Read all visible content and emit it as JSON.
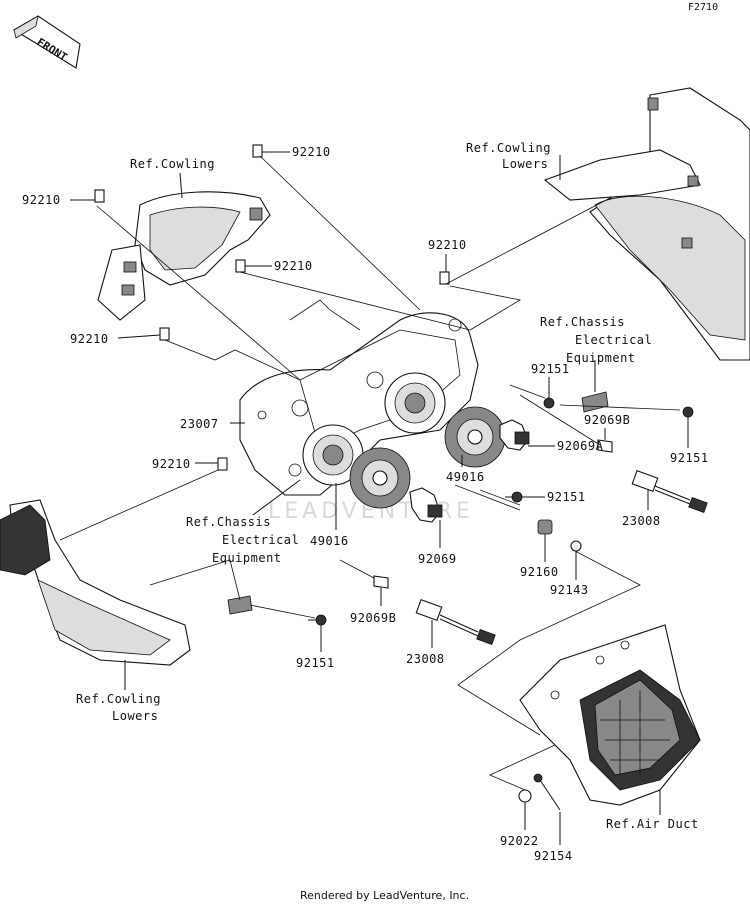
{
  "figure_code": "F2710",
  "front_label": "FRONT",
  "watermark": "LEADVENTURE",
  "footer": "Rendered by LeadVenture, Inc.",
  "labels": {
    "p92210_a": "92210",
    "ref_cowling": "Ref.Cowling",
    "p92210_b": "92210",
    "p92210_c": "92210",
    "p92210_d": "92210",
    "p92210_e": "92210",
    "p92210_f": "92210",
    "ref_cowling_lowers_top_1": "Ref.Cowling",
    "ref_cowling_lowers_top_2": "Lowers",
    "ref_chassis_top_1": "Ref.Chassis",
    "ref_chassis_top_2": "Electrical",
    "ref_chassis_top_3": "Equipment",
    "p92151_a": "92151",
    "p23007": "23007",
    "p92069b_a": "92069B",
    "p92151_b": "92151",
    "p92069a": "92069A",
    "p49016_a": "49016",
    "p92151_c": "92151",
    "p23008_a": "23008",
    "ref_chassis_bot_1": "Ref.Chassis",
    "ref_chassis_bot_2": "Electrical",
    "ref_chassis_bot_3": "Equipment",
    "p49016_b": "49016",
    "p92069": "92069",
    "p92160": "92160",
    "p92143": "92143",
    "p92069b_b": "92069B",
    "p92151_d": "92151",
    "p23008_b": "23008",
    "ref_cowling_lowers_bot_1": "Ref.Cowling",
    "ref_cowling_lowers_bot_2": "Lowers",
    "ref_air_duct": "Ref.Air Duct",
    "p92022": "92022",
    "p92154": "92154"
  }
}
